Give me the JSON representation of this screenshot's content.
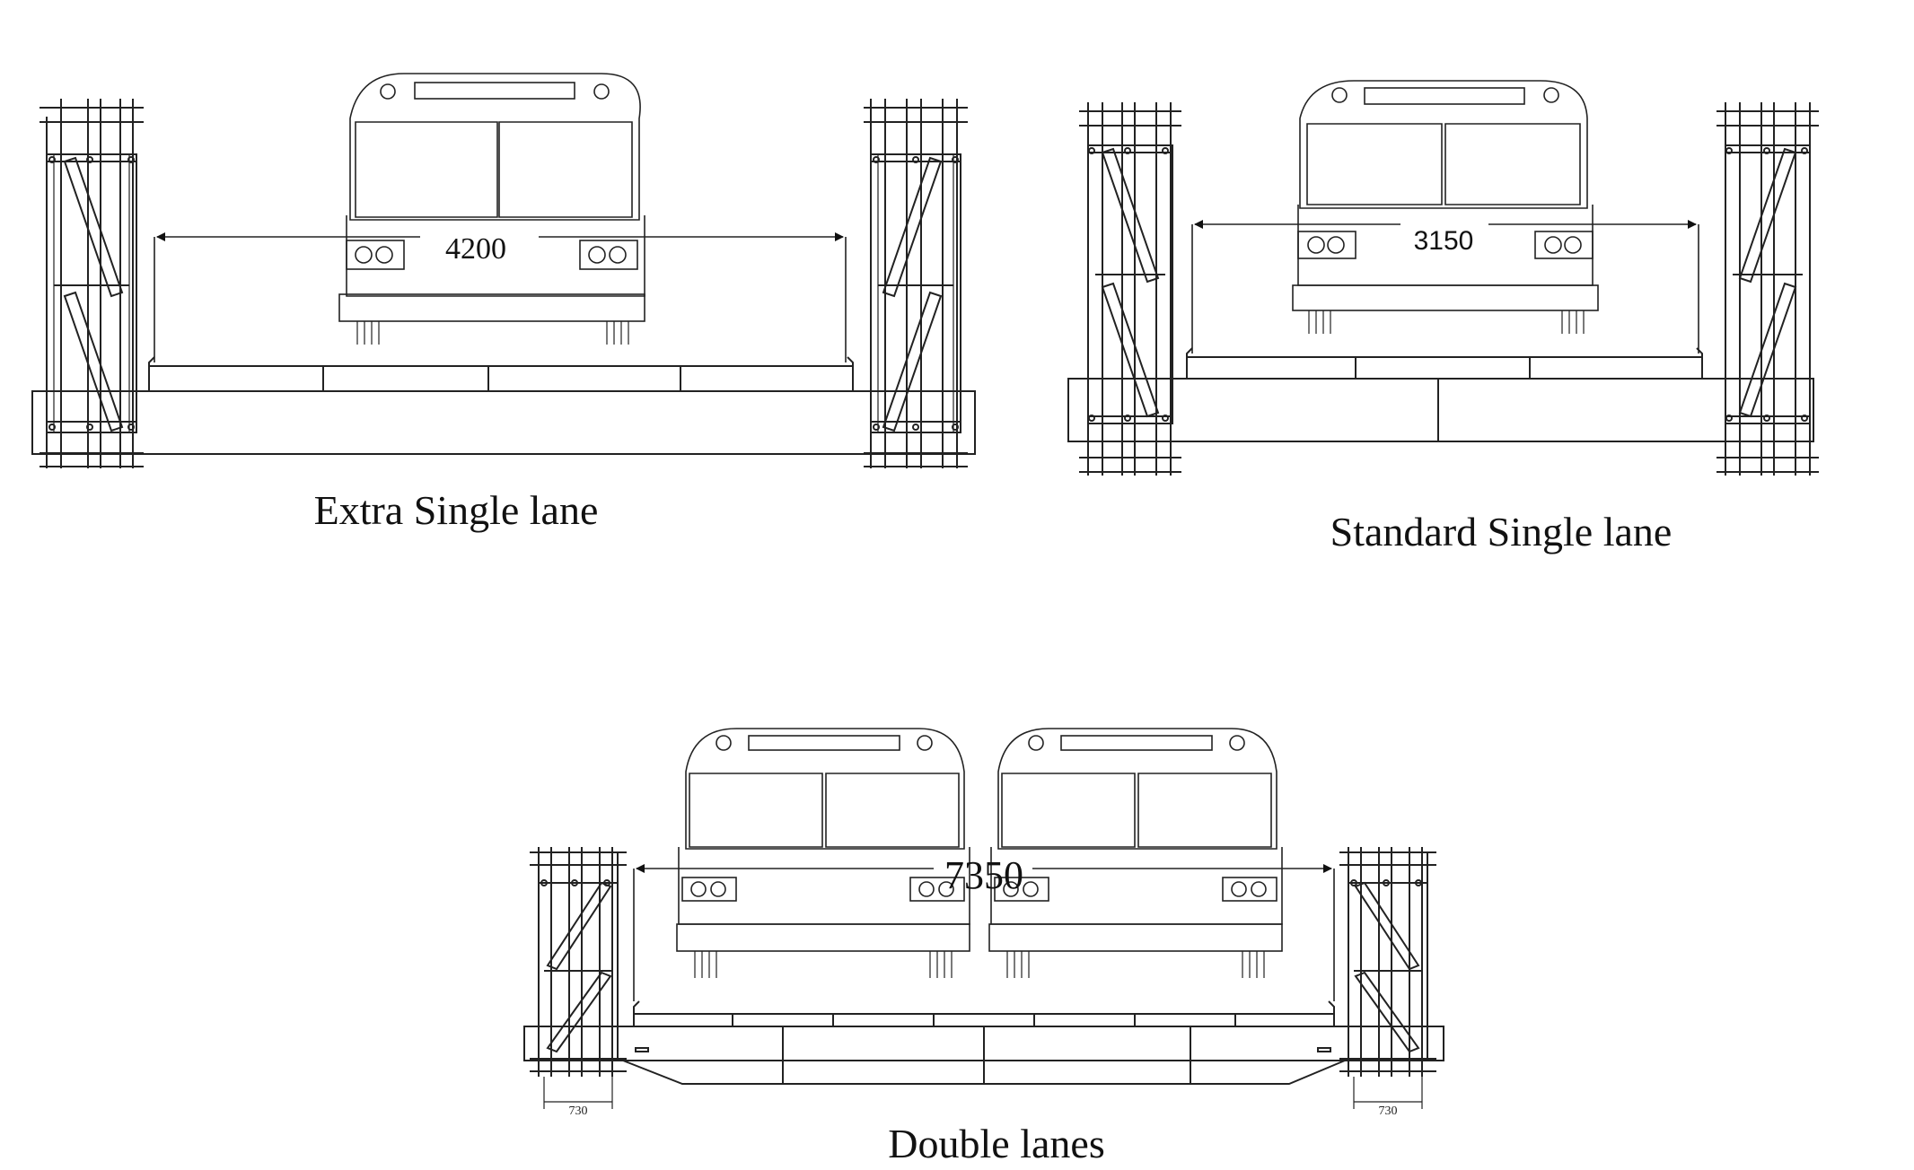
{
  "diagrams": [
    {
      "caption": "Extra Single lane",
      "width_label": "4200"
    },
    {
      "caption": "Standard Single lane",
      "width_label": "3150"
    },
    {
      "caption": "Double lanes",
      "width_label": "7350",
      "post_label_left": "730",
      "post_label_right": "730"
    }
  ]
}
